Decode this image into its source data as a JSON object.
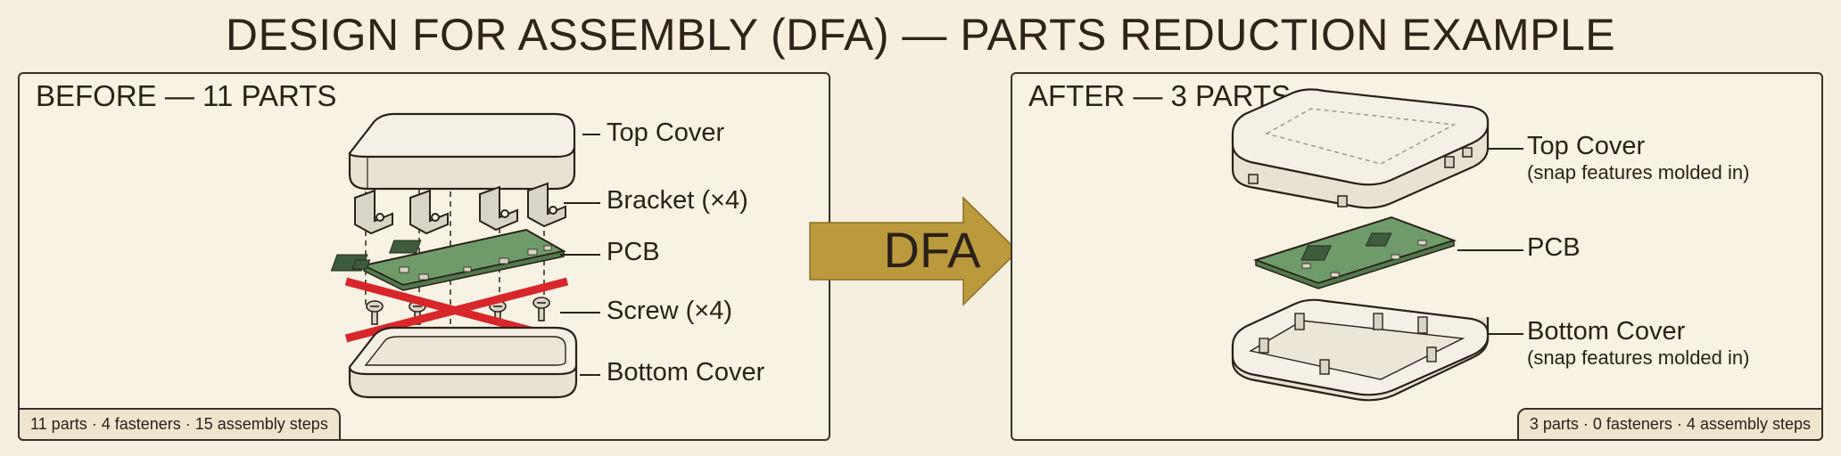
{
  "title": "DESIGN FOR ASSEMBLY (DFA) — PARTS REDUCTION EXAMPLE",
  "before": {
    "heading": "BEFORE — 11 PARTS",
    "labels": {
      "top_cover": "Top Cover",
      "bracket": "Bracket (×4)",
      "pcb": "PCB",
      "screw": "Screw (×4)",
      "bottom_cover": "Bottom Cover"
    },
    "stats": "11 parts · 4 fasteners · 15 assembly steps"
  },
  "arrow": {
    "label": "DFA"
  },
  "after": {
    "heading": "AFTER — 3 PARTS",
    "labels": {
      "top_cover": "Top Cover",
      "top_cover_note": "(snap features molded in)",
      "pcb": "PCB",
      "bottom_cover": "Bottom Cover",
      "bottom_cover_note": "(snap features molded in)"
    },
    "stats": "3 parts · 0 fasteners · 4 assembly steps"
  },
  "colors": {
    "background": "#f6efdf",
    "ink": "#2b2118",
    "pcb_green": "#6f9a6a",
    "arrow_gold": "#bb9a3e",
    "strike_red": "#d8262a"
  }
}
